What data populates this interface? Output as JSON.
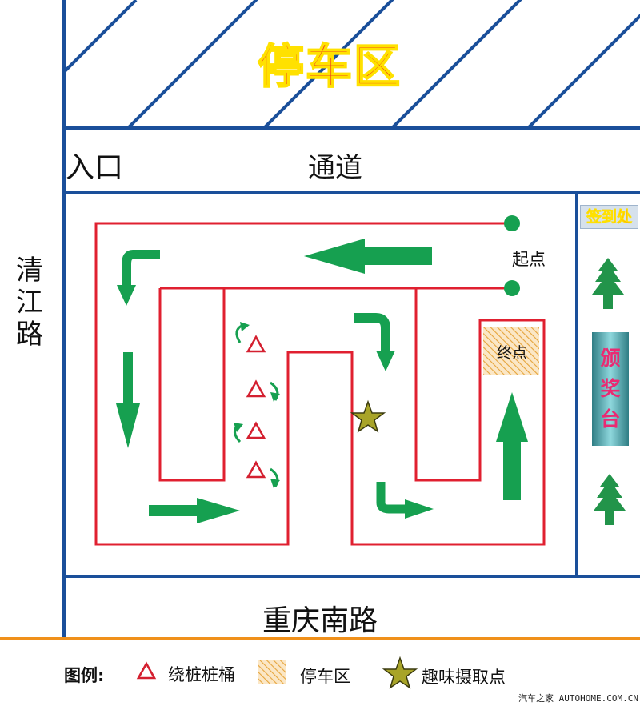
{
  "map": {
    "parking_area": "停车区",
    "entrance": "入口",
    "passage": "通道",
    "road_left": "清江路",
    "road_bottom": "重庆南路",
    "start_label": "起点",
    "end_label": "终点",
    "signin": "签到处",
    "award_stage": "颁奖台"
  },
  "legend": {
    "title": "图例:",
    "cone": "绕桩桩桶",
    "parking": "停车区",
    "photo_spot": "趣味摄取点"
  },
  "watermark": "汽车之家 AUTOHOME.COM.CN",
  "colors": {
    "road_line": "#1a4f9a",
    "route": "#e02030",
    "arrow": "#16a050",
    "bottom_bar": "#f0901a",
    "title_fill": "#f0401c",
    "title_outline": "#ffe100"
  },
  "icons": [
    "start-dot-icon",
    "cone-icon",
    "u-turn-arrow-icon",
    "straight-arrow-icon",
    "star-icon",
    "tree-icon"
  ]
}
